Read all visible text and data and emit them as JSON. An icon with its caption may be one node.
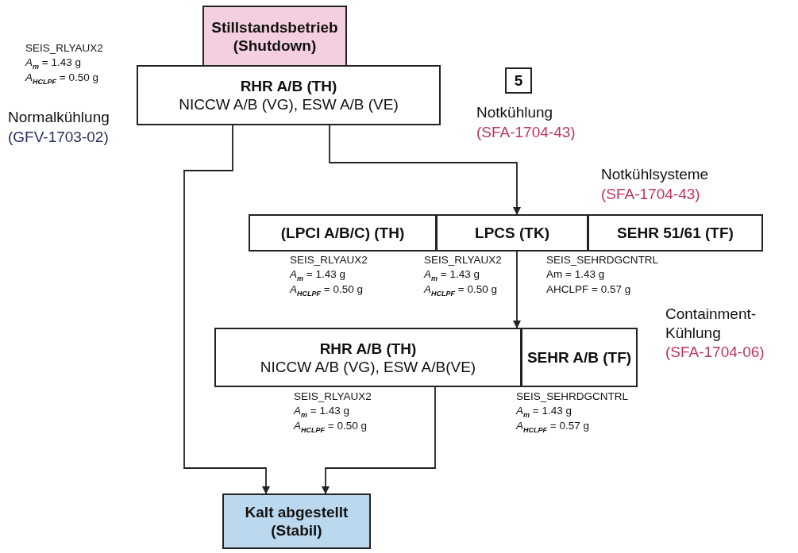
{
  "diagram": {
    "nodes": [
      {
        "text": [
          "Stillstandsbetrieb (Shutdown)"
        ]
      },
      {
        "text": [
          "RHR A/B (TH)",
          "NICCW A/B (VG), ESW A/B (VE)"
        ],
        "beside": [
          "SEIS_RLYAUX2",
          "*A*$_{m}$ = 1.43 g",
          "*A*$_{HCLPF}$ = 0.50 g"
        ]
      },
      {
        "text": [
          "5"
        ]
      },
      {
        "text": [
          "(LPCI A/B/C) (TH)"
        ],
        "beside": [
          "SEIS_RLYAUX2",
          "*A*$_{m}$ = 1.43 g",
          "*A*$_{HCLPF}$ = 0.50 g"
        ]
      },
      {
        "text": [
          "LPCS (TK)"
        ],
        "beside": [
          "SEIS_RLYAUX2",
          "*A*$_{m}$ = 1.43 g",
          "*A*$_{HCLPF}$ = 0.50 g"
        ]
      },
      {
        "text": [
          "SEHR 51/61 (TF)"
        ],
        "beside": [
          "SEIS_SEHRDGCNTRL",
          "Am = 1.43 g",
          "AHCLPF = 0.57 g"
        ]
      },
      {
        "text": [
          "RHR A/B (TH)",
          "NICCW A/B (VG), ESW A/B(VE)"
        ],
        "beside": [
          "SEIS_RLYAUX2",
          "*A*$_{m}$ = 1.43 g",
          "*A*$_{HCLPF}$ = 0.50 g"
        ]
      },
      {
        "text": [
          "SEHR A/B (TF)"
        ],
        "beside": [
          "SEIS_SEHRDGCNTRL",
          "*A*$_{m}$ = 1.43 g",
          "*A*$_{HCLPF}$ = 0.57 g"
        ]
      },
      {
        "text": [
          "Kalt abgestellt (Stabil)"
        ]
      }
    ],
    "edges": [
      {
        "from": 1,
        "to": 4,
        "arrow": "to"
      },
      {
        "from": 1,
        "to": 8,
        "arrow": "to"
      },
      {
        "from": 4,
        "to": 6,
        "arrow": "to"
      },
      {
        "from": 6,
        "to": 8,
        "arrow": "to"
      }
    ],
    "labels": [
      "Normalkühlung",
      "(GFV-1703-02)",
      "Notkühlung",
      "(SFA-1704-43)",
      "Notkühlsysteme",
      "(SFA-1704-43)",
      "Containment-Kühlung",
      "(SFA-1704-06)"
    ]
  }
}
